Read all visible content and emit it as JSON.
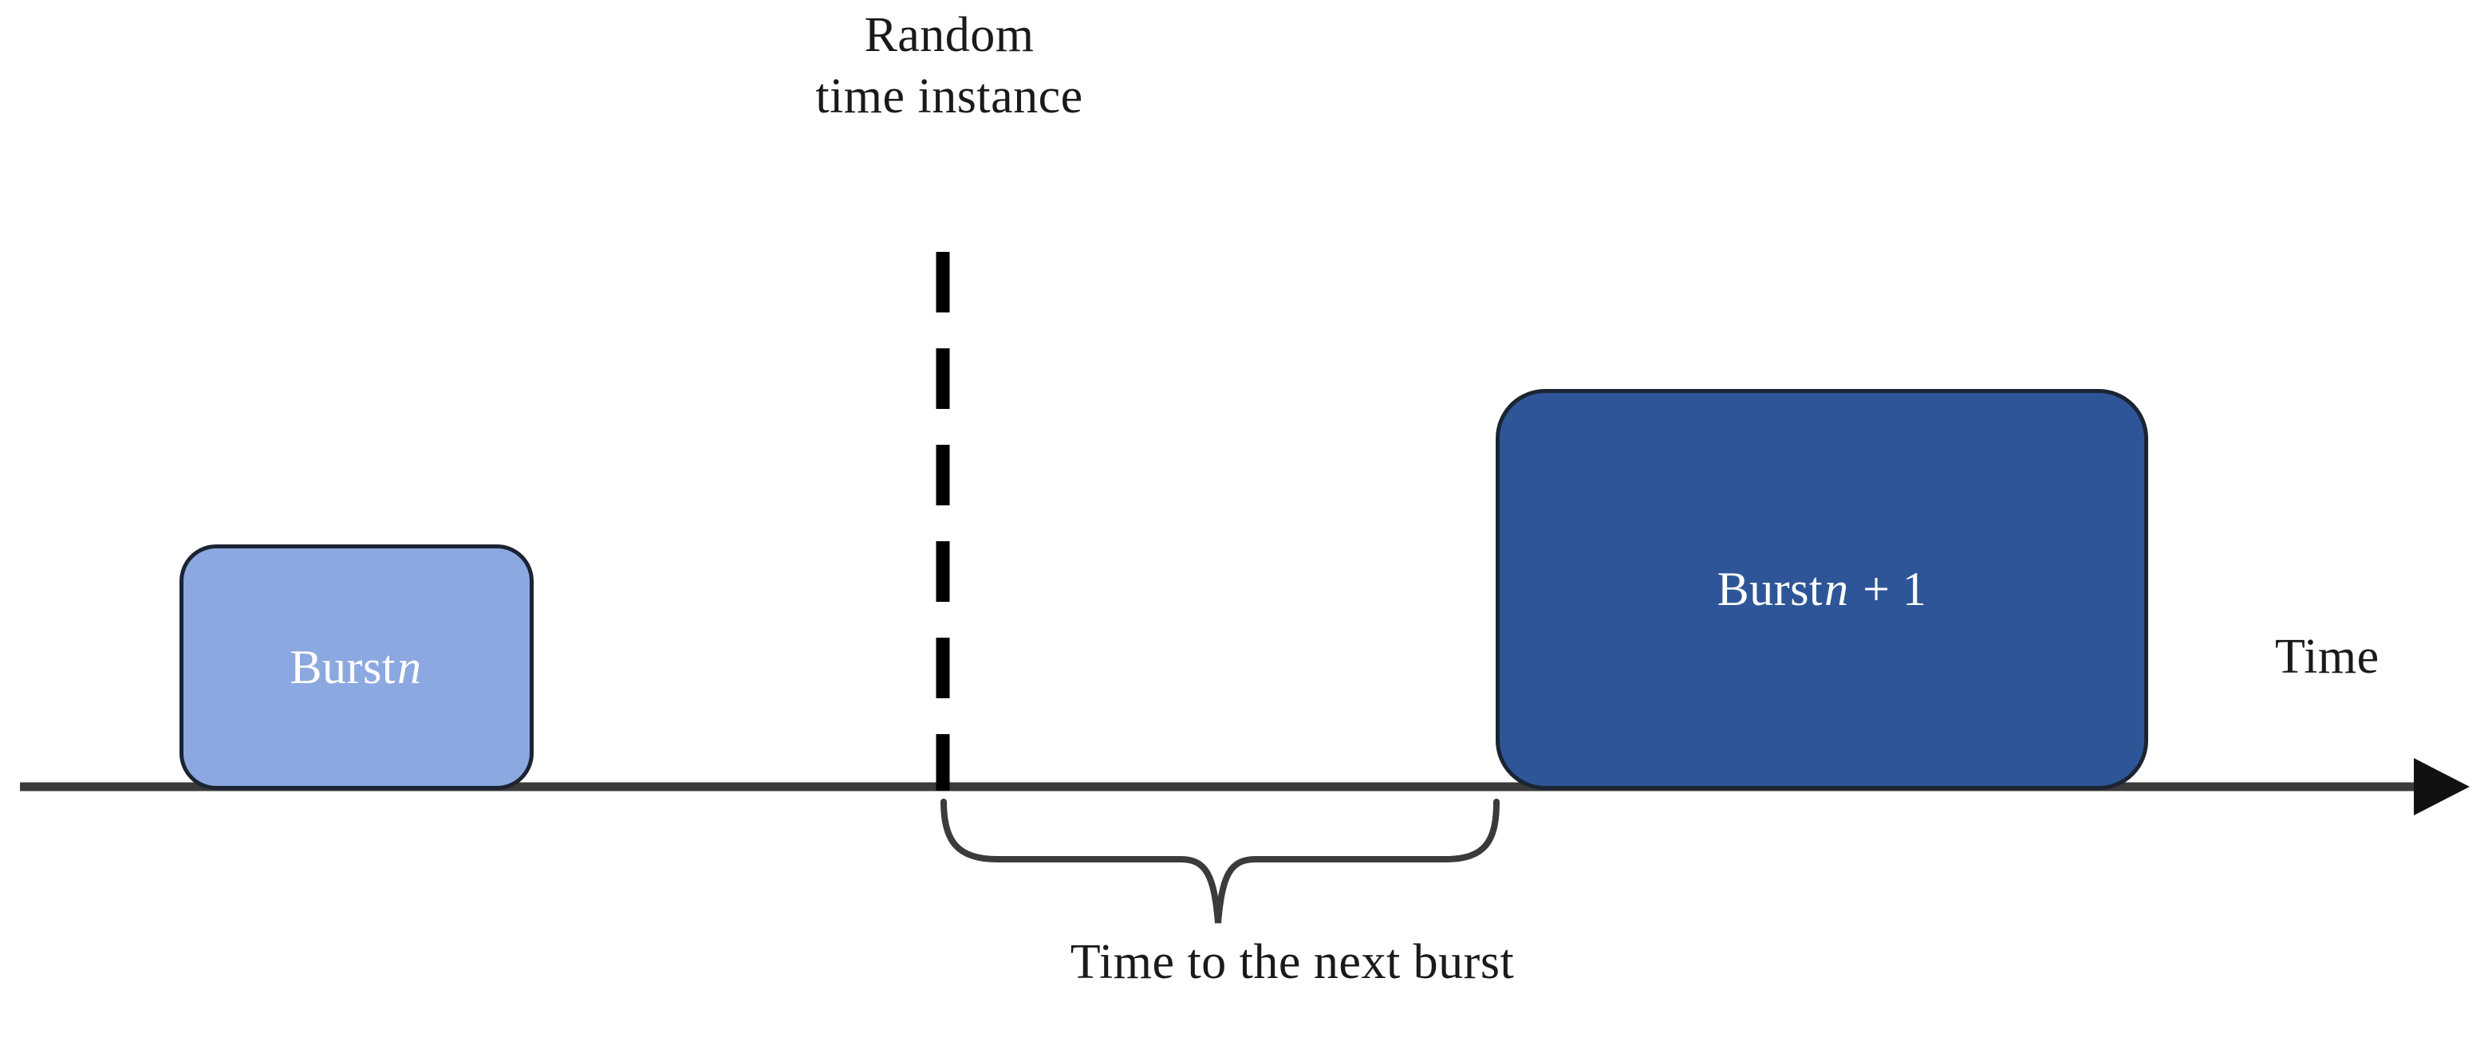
{
  "figure": {
    "title_lines": [
      "Random",
      "time instance"
    ],
    "axis_label": "Time",
    "brace_caption": "Time to the next burst",
    "bursts": [
      {
        "name": "burst-n",
        "prefix": "Burst",
        "symbol": "n",
        "suffix": "",
        "fill": "#8BA8E0",
        "text_color": "#ffffff"
      },
      {
        "name": "burst-n+1",
        "prefix": "Burst",
        "symbol": "n",
        "suffix": " + 1",
        "fill": "#2E5597",
        "text_color": "#ffffff"
      }
    ],
    "colors": {
      "axis": "#3b3b3b",
      "dashed_marker": "#000000",
      "brace": "#3b3b3b",
      "box_border": "#1b2432",
      "background": "#ffffff",
      "text": "#1a1a1a"
    },
    "elements": {
      "time_axis": "horizontal arrow pointing right",
      "random_time_marker": "vertical dashed line",
      "interval_brace": "curly brace spanning from random time instance to start of next burst"
    }
  }
}
